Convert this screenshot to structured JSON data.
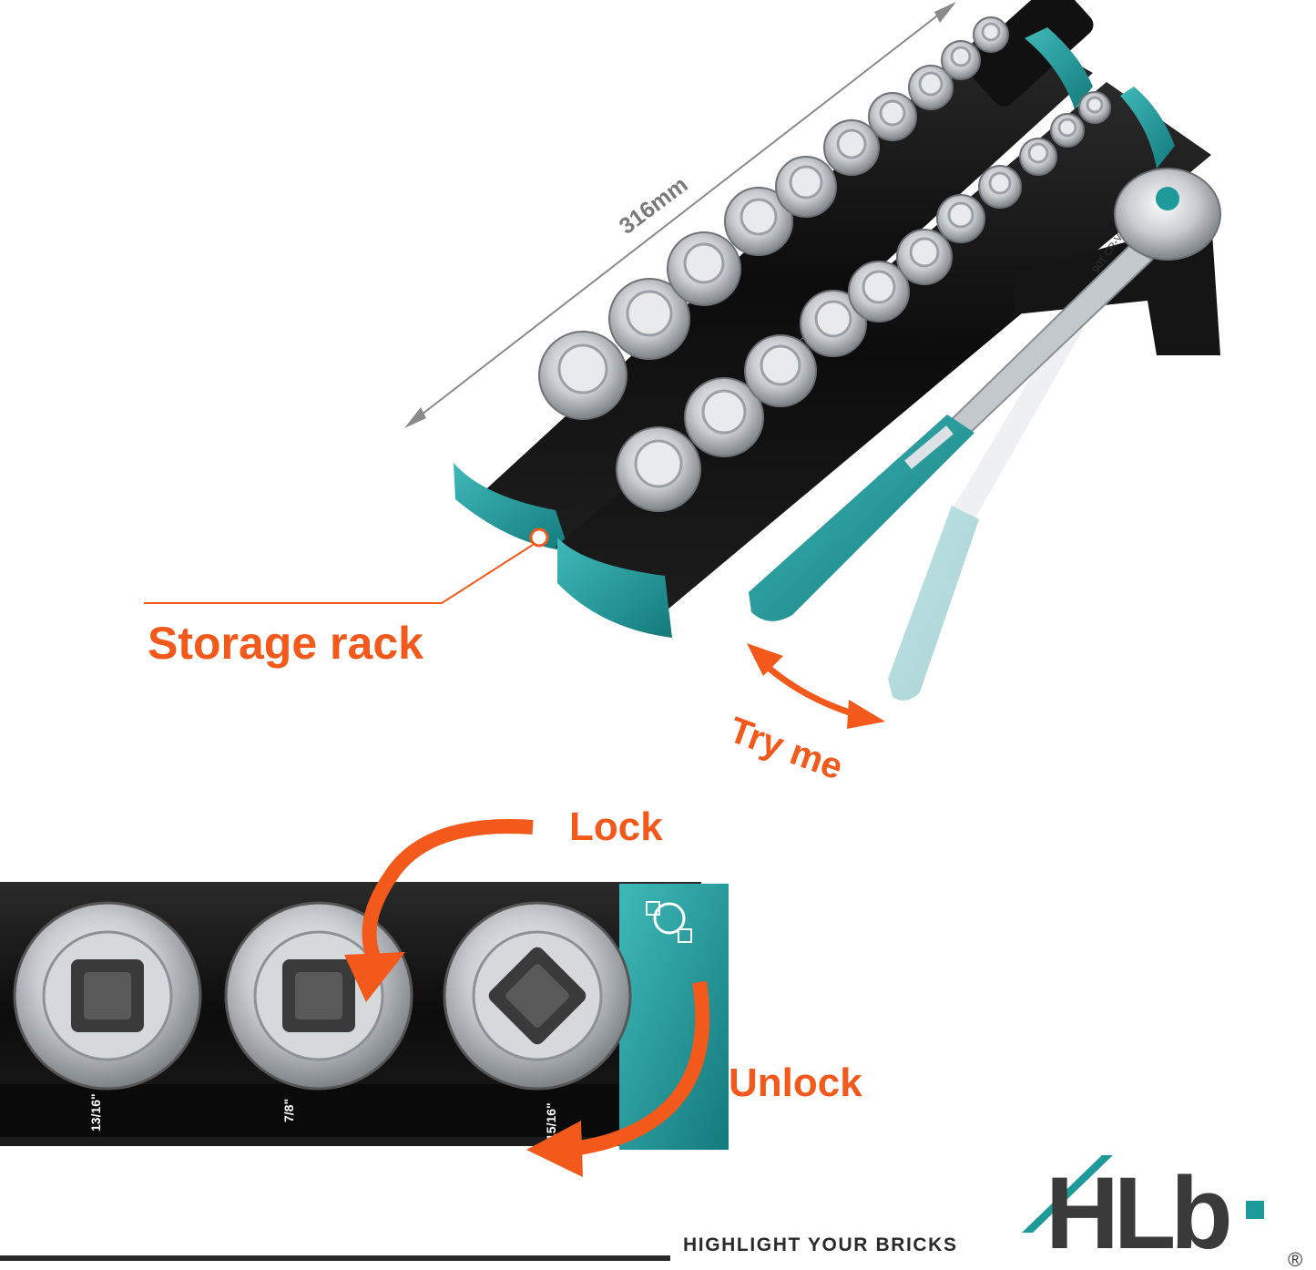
{
  "product": {
    "dimension_label": "316mm",
    "storage_rack_label": "Storage rack",
    "try_me_label": "Try me",
    "lock_label": "Lock",
    "unlock_label": "Unlock",
    "ratchet_engraving": "90T CR-V",
    "socket_sizes_visible": [
      "13/16\"",
      "7/8\"",
      "15/16\""
    ]
  },
  "brand": {
    "logo_text": "HLb",
    "registered_mark": "®",
    "tagline": "HIGHLIGHT YOUR BRICKS"
  },
  "colors": {
    "accent_teal": "#1f9a9a",
    "callout_orange": "#f2591b",
    "rail_black": "#111111",
    "chrome": "#c9cdd1"
  }
}
